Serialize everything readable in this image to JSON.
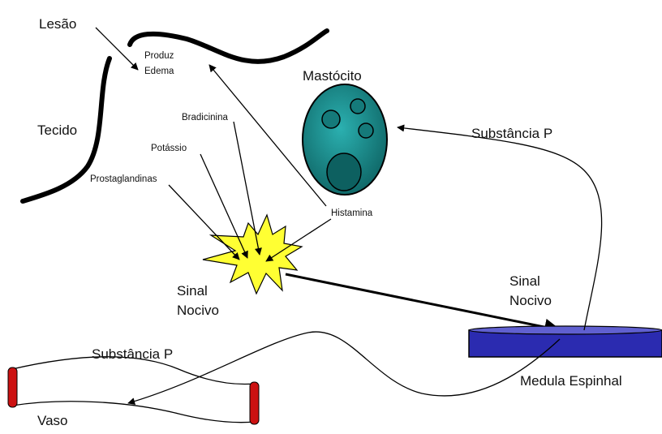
{
  "labels": {
    "lesao": "Lesão",
    "produz": "Produz",
    "edema": "Edema",
    "tecido": "Tecido",
    "bradicinina": "Bradicinina",
    "potassio": "Potássio",
    "prostaglandinas": "Prostaglandinas",
    "histamina": "Histamina",
    "mastocito": "Mastócito",
    "substancia_p_top": "Substância P",
    "sinal_nocivo_left_1": "Sinal",
    "sinal_nocivo_left_2": "Nocivo",
    "sinal_nocivo_right_1": "Sinal",
    "sinal_nocivo_right_2": "Nocivo",
    "substancia_p_bottom": "Substância P",
    "vaso": "Vaso",
    "medula_espinhal": "Medula Espinhal"
  },
  "colors": {
    "stroke": "#000000",
    "mastocito_fill": "#1a8a8a",
    "mastocito_dark": "#0d5a5a",
    "burst_fill": "#ffff33",
    "medula_fill": "#2a2ab0",
    "medula_top": "#5555cc",
    "vaso_cap": "#cc1111"
  }
}
